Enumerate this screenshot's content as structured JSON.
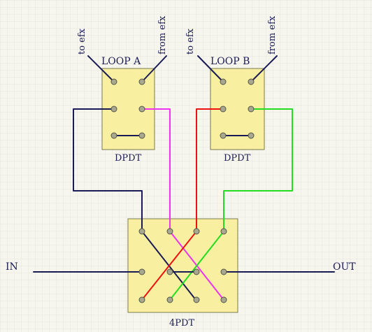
{
  "colors": {
    "background": "#f6f6ee",
    "grid": "#e6e6dc",
    "switch_fill": "#f8f0a0",
    "switch_border": "#7a7a50",
    "terminal_fill": "#a8a890",
    "wire_navy": "#1a1a55",
    "wire_magenta": "#ee33ee",
    "wire_red": "#ee1111",
    "wire_green": "#22dd22"
  },
  "loop_a": {
    "title": "LOOP A",
    "label_to": "to efx",
    "label_from": "from efx",
    "type_label": "DPDT"
  },
  "loop_b": {
    "title": "LOOP B",
    "label_to": "to efx",
    "label_from": "from efx",
    "type_label": "DPDT"
  },
  "main_switch": {
    "type_label": "4PDT"
  },
  "jacks": {
    "input_label": "IN",
    "output_label": "OUT"
  }
}
